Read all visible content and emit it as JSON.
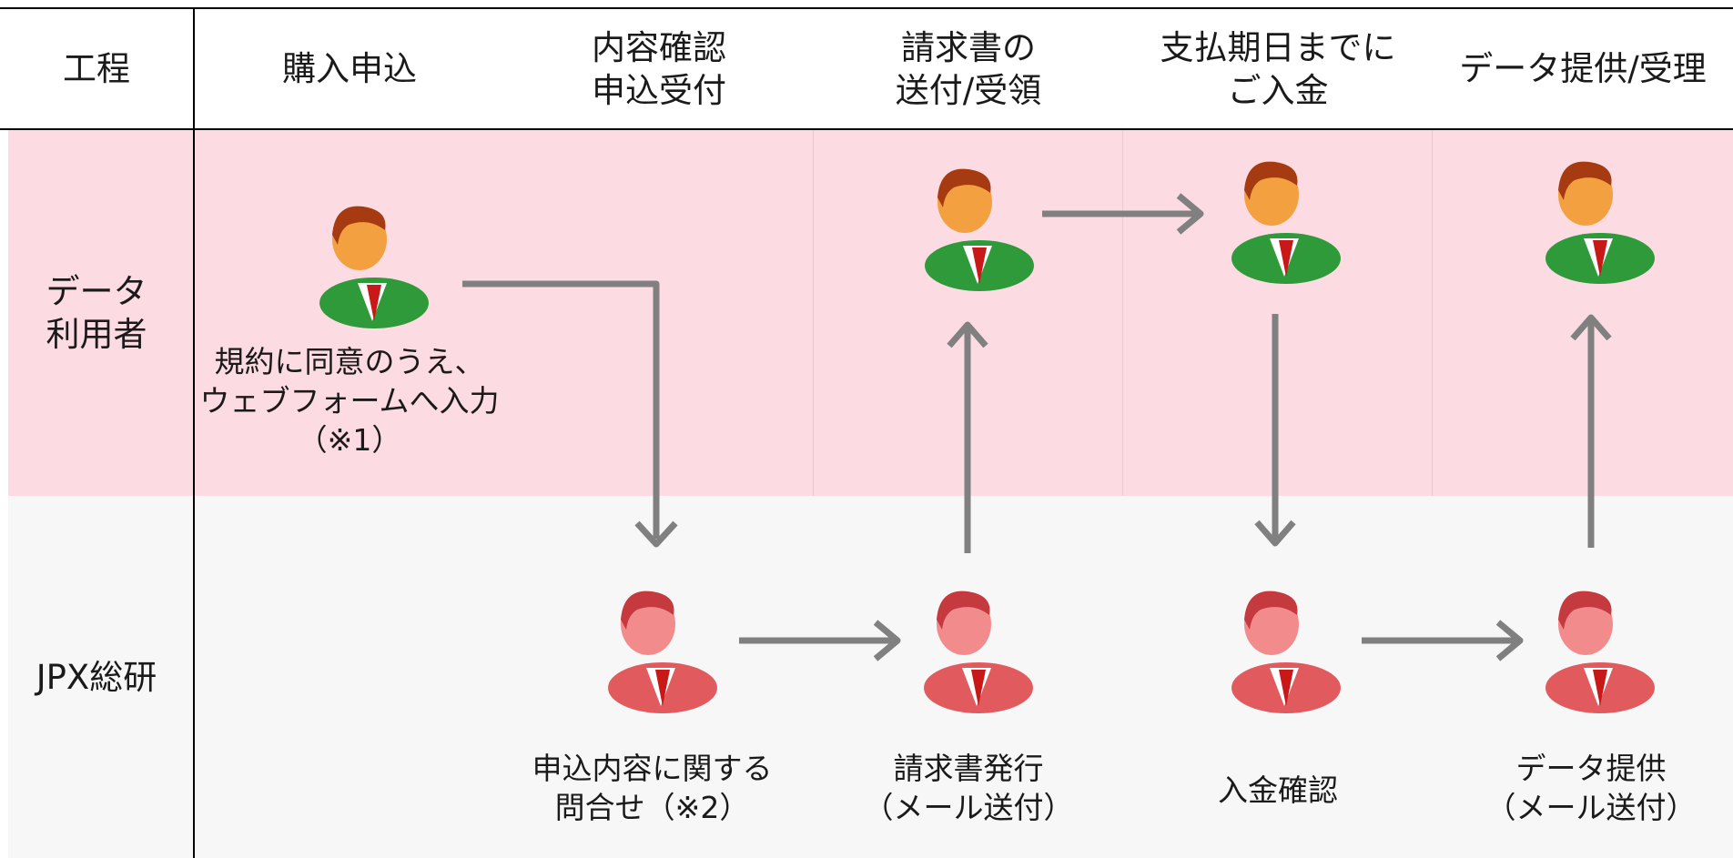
{
  "header": {
    "process_label": "工程",
    "steps": [
      "購入申込",
      "内容確認\n申込受付",
      "請求書の\n送付/受領",
      "支払期日までに\nご入金",
      "データ提供/受理"
    ]
  },
  "rows": {
    "user_label": "データ\n利用者",
    "jpx_label": "JPX総研"
  },
  "captions": {
    "apply": "規約に同意のうえ、\nウェブフォームへ入力\n（※1）",
    "inquiry": "申込内容に関する\n問合せ（※2）",
    "invoice": "請求書発行\n（メール送付）",
    "payment_check": "入金確認",
    "data_provide": "データ提供\n（メール送付）"
  },
  "colors": {
    "user_band": "#fcdbe2",
    "jpx_band": "#f7f7f7",
    "arrow": "#808080",
    "user_icon_suit": "green",
    "jpx_icon_suit": "red"
  }
}
